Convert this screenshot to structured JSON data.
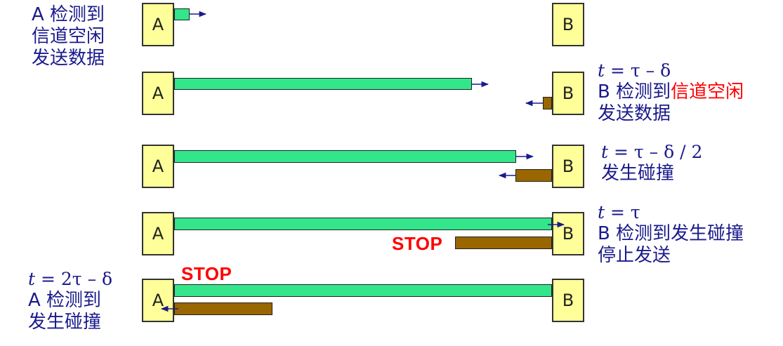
{
  "colors": {
    "station_fill": "#ffff99",
    "signal_A": "#33e68c",
    "signal_B": "#996600",
    "text": "#1a1a8c",
    "highlight": "#ff0000",
    "arrow": "#1a1a8c"
  },
  "stations": {
    "a_label": "A",
    "b_label": "B"
  },
  "stop_label": "STOP",
  "rows": [
    {
      "note_left": [
        "A 检测到",
        "信道空闲",
        "发送数据"
      ]
    },
    {
      "note_right": {
        "t_var": "t",
        "t_expr": " = τ – δ",
        "line2_prefix": "B 检测到",
        "line2_highlight": "信道空闲",
        "line3": "发送数据"
      }
    },
    {
      "note_right": {
        "t_var": "t",
        "t_expr": " = τ – δ / 2",
        "line2": "发生碰撞"
      }
    },
    {
      "note_right": {
        "t_var": "t",
        "t_expr": " = τ",
        "line2": "B 检测到发生碰撞",
        "line3": "停止发送"
      }
    },
    {
      "note_left": {
        "t_var": "t",
        "t_expr": " = 2τ – δ",
        "line2": "A 检测到",
        "line3": "发生碰撞"
      }
    }
  ]
}
